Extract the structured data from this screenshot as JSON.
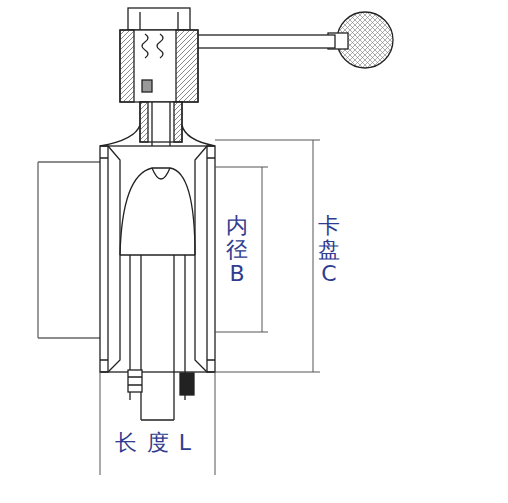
{
  "diagram": {
    "labels": [
      "内径B",
      "卡盘C",
      "长度L"
    ]
  }
}
